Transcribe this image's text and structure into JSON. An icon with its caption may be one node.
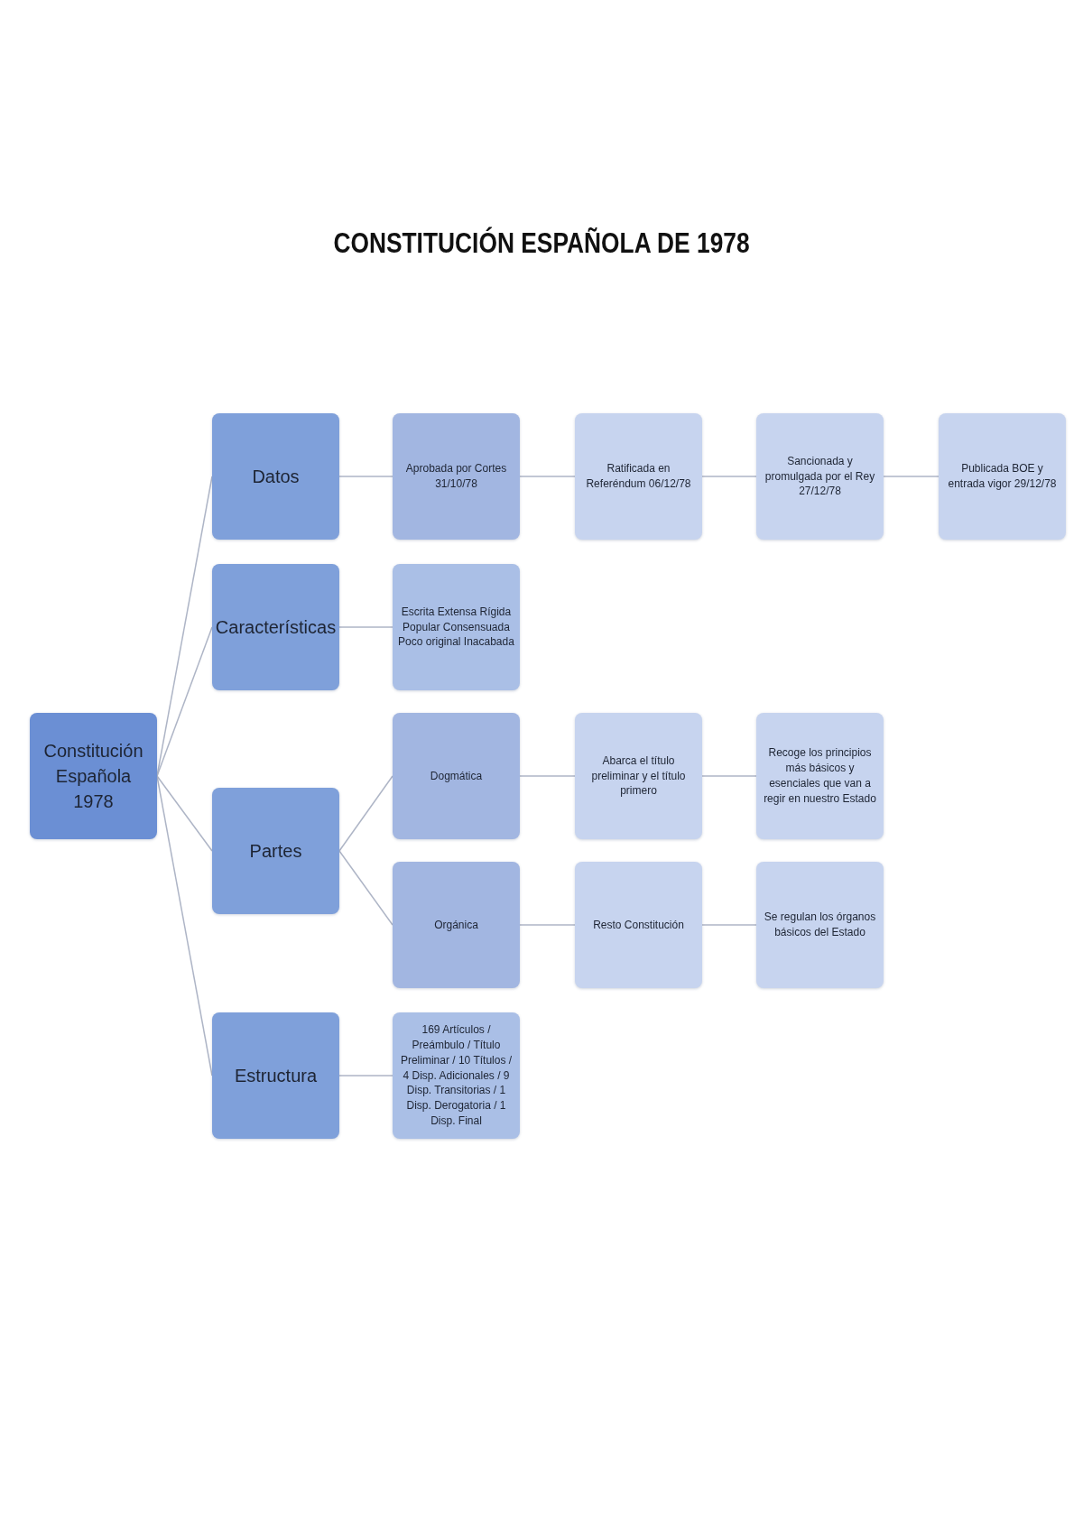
{
  "diagram": {
    "title": "CONSTITUCIÓN ESPAÑOLA DE 1978",
    "nodes": [
      {
        "text": [
          "Constitución Española 1978"
        ]
      },
      {
        "text": [
          "Datos"
        ]
      },
      {
        "text": [
          "Aprobada por Cortes 31/10/78"
        ]
      },
      {
        "text": [
          "Ratificada en Referéndum 06/12/78"
        ]
      },
      {
        "text": [
          "Sancionada y promulgada por el Rey 27/12/78"
        ]
      },
      {
        "text": [
          "Publicada BOE y entrada vigor 29/12/78"
        ]
      },
      {
        "text": [
          "Características"
        ]
      },
      {
        "text": [
          "Escrita Extensa Rígida Popular Consensuada Poco original Inacabada"
        ]
      },
      {
        "text": [
          "Partes"
        ]
      },
      {
        "text": [
          "Dogmática"
        ]
      },
      {
        "text": [
          "Abarca el título preliminar y el título primero"
        ]
      },
      {
        "text": [
          "Recoge los principios más básicos y esenciales que van a regir en nuestro Estado"
        ]
      },
      {
        "text": [
          "Orgánica"
        ]
      },
      {
        "text": [
          "Resto Constitución"
        ]
      },
      {
        "text": [
          "Se regulan los órganos básicos del Estado"
        ]
      },
      {
        "text": [
          "Estructura"
        ]
      },
      {
        "text": [
          "169 Artículos / Preámbulo / Título Preliminar / 10 Títulos / 4 Disp. Adicionales / 9 Disp. Transitorias / 1 Disp. Derogatoria / 1 Disp. Final"
        ]
      }
    ],
    "edges": [
      {
        "from": 0,
        "to": 1,
        "arrow": "none"
      },
      {
        "from": 0,
        "to": 6,
        "arrow": "none"
      },
      {
        "from": 0,
        "to": 8,
        "arrow": "none"
      },
      {
        "from": 0,
        "to": 15,
        "arrow": "none"
      },
      {
        "from": 1,
        "to": 2,
        "arrow": "none"
      },
      {
        "from": 2,
        "to": 3,
        "arrow": "none"
      },
      {
        "from": 3,
        "to": 4,
        "arrow": "none"
      },
      {
        "from": 4,
        "to": 5,
        "arrow": "none"
      },
      {
        "from": 6,
        "to": 7,
        "arrow": "none"
      },
      {
        "from": 8,
        "to": 9,
        "arrow": "none"
      },
      {
        "from": 8,
        "to": 12,
        "arrow": "none"
      },
      {
        "from": 9,
        "to": 10,
        "arrow": "none"
      },
      {
        "from": 10,
        "to": 11,
        "arrow": "none"
      },
      {
        "from": 12,
        "to": 13,
        "arrow": "none"
      },
      {
        "from": 13,
        "to": 14,
        "arrow": "none"
      },
      {
        "from": 15,
        "to": 16,
        "arrow": "none"
      }
    ]
  }
}
